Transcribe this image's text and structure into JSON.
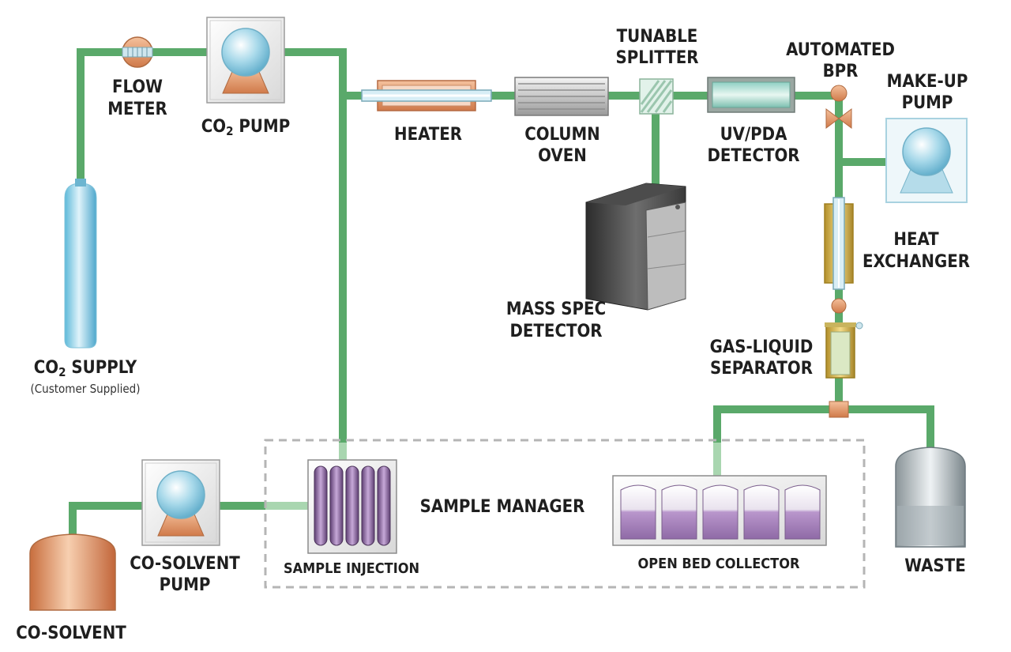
{
  "diagram": {
    "labels": {
      "flow_meter_1": "FLOW",
      "flow_meter_2": "METER",
      "co2_pump_a": "CO",
      "co2_pump_sub": "2",
      "co2_pump_b": " PUMP",
      "heater": "HEATER",
      "column_oven_1": "COLUMN",
      "column_oven_2": "OVEN",
      "tunable_splitter_1": "TUNABLE",
      "tunable_splitter_2": "SPLITTER",
      "uv_pda_1": "UV/PDA",
      "uv_pda_2": "DETECTOR",
      "automated_bpr_1": "AUTOMATED",
      "automated_bpr_2": "BPR",
      "makeup_pump_1": "MAKE-UP",
      "makeup_pump_2": "PUMP",
      "heat_exchanger_1": "HEAT",
      "heat_exchanger_2": "EXCHANGER",
      "mass_spec_1": "MASS SPEC",
      "mass_spec_2": "DETECTOR",
      "gas_liquid_1": "GAS-LIQUID",
      "gas_liquid_2": "SEPARATOR",
      "co2_supply_a": "CO",
      "co2_supply_sub": "2",
      "co2_supply_b": " SUPPLY",
      "co2_supply_note": "(Customer Supplied)",
      "sample_manager": "SAMPLE MANAGER",
      "sample_injection": "SAMPLE INJECTION",
      "open_bed_collector": "OPEN BED COLLECTOR",
      "waste": "WASTE",
      "co_solvent_pump_1": "CO-SOLVENT",
      "co_solvent_pump_2": "PUMP",
      "co_solvent": "CO-SOLVENT"
    },
    "colors": {
      "pipe": "#5aa96a",
      "pipe_light": "#a9d6b0",
      "dashed_box": "#b5b5b5",
      "pump_sphere": "#9fd4e6",
      "copper": "#d98a5a",
      "purple": "#a07ab5"
    }
  }
}
